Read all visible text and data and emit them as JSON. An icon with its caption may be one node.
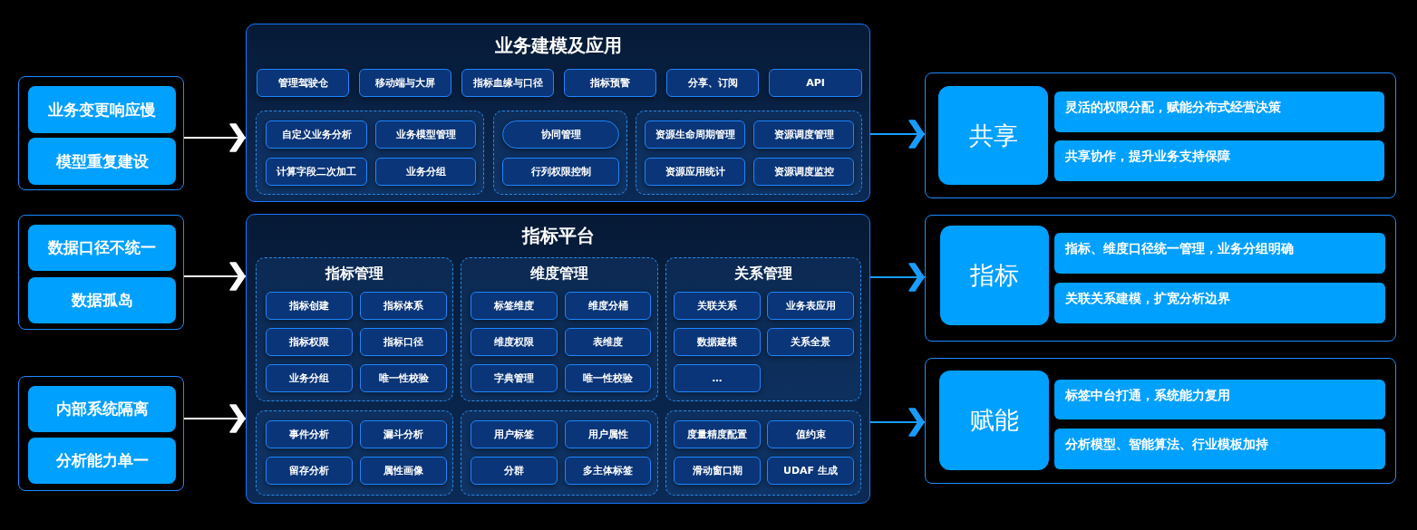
{
  "diagram": {
    "nodes": [
      {
        "text": [],
        "shape": "box"
      },
      {
        "text": [
          "业务变更响应慢"
        ],
        "in": 0
      },
      {
        "text": [
          "模型重复建设"
        ],
        "in": 0
      },
      {
        "text": [],
        "shape": "box"
      },
      {
        "text": [
          "数据口径不统一"
        ],
        "in": 3
      },
      {
        "text": [
          "数据孤岛"
        ],
        "in": 3
      },
      {
        "text": [],
        "shape": "box"
      },
      {
        "text": [
          "内部系统隔离"
        ],
        "in": 6
      },
      {
        "text": [
          "分析能力单一"
        ],
        "in": 6
      },
      {
        "text": [
          "业务建模及应用"
        ]
      },
      {
        "text": [
          "管理驾驶仓"
        ],
        "in": 9
      },
      {
        "text": [
          "移动端与大屏"
        ],
        "in": 9
      },
      {
        "text": [
          "指标血缘与口径"
        ],
        "in": 9
      },
      {
        "text": [
          "指标预警"
        ],
        "in": 9
      },
      {
        "text": [
          "分享、订阅"
        ],
        "in": 9
      },
      {
        "text": [
          "API"
        ],
        "in": 9
      },
      {
        "text": [],
        "shape": "box",
        "in": 9
      },
      {
        "text": [
          "自定义业务分析"
        ],
        "in": 16
      },
      {
        "text": [
          "业务模型管理"
        ],
        "in": 16
      },
      {
        "text": [
          "计算字段二次加工"
        ],
        "in": 16
      },
      {
        "text": [
          "业务分组"
        ],
        "in": 16
      },
      {
        "text": [],
        "shape": "box",
        "in": 9
      },
      {
        "text": [
          "协同管理"
        ],
        "in": 21
      },
      {
        "text": [
          "行列权限控制"
        ],
        "in": 21
      },
      {
        "text": [],
        "shape": "box",
        "in": 9
      },
      {
        "text": [
          "资源生命周期管理"
        ],
        "in": 24
      },
      {
        "text": [
          "资源调度管理"
        ],
        "in": 24
      },
      {
        "text": [
          "资源应用统计"
        ],
        "in": 24
      },
      {
        "text": [
          "资源调度监控"
        ],
        "in": 24
      },
      {
        "text": [
          "指标平台"
        ]
      },
      {
        "text": [
          "指标管理"
        ],
        "in": 29
      },
      {
        "text": [
          "指标创建"
        ],
        "in": 30
      },
      {
        "text": [
          "指标体系"
        ],
        "in": 30
      },
      {
        "text": [
          "指标权限"
        ],
        "in": 30
      },
      {
        "text": [
          "指标口径"
        ],
        "in": 30
      },
      {
        "text": [
          "业务分组"
        ],
        "in": 30
      },
      {
        "text": [
          "唯一性校验"
        ],
        "in": 30
      },
      {
        "text": [
          "维度管理"
        ],
        "in": 29
      },
      {
        "text": [
          "标签维度"
        ],
        "in": 37
      },
      {
        "text": [
          "维度分桶"
        ],
        "in": 37
      },
      {
        "text": [
          "维度权限"
        ],
        "in": 37
      },
      {
        "text": [
          "表维度"
        ],
        "in": 37
      },
      {
        "text": [
          "字典管理"
        ],
        "in": 37
      },
      {
        "text": [
          "唯一性校验"
        ],
        "in": 37
      },
      {
        "text": [
          "关系管理"
        ],
        "in": 29
      },
      {
        "text": [
          "关联关系"
        ],
        "in": 44
      },
      {
        "text": [
          "业务表应用"
        ],
        "in": 44
      },
      {
        "text": [
          "数据建模"
        ],
        "in": 44
      },
      {
        "text": [
          "关系全景"
        ],
        "in": 44
      },
      {
        "text": [
          "…"
        ],
        "in": 44
      },
      {
        "text": [],
        "shape": "box",
        "in": 29
      },
      {
        "text": [
          "事件分析"
        ],
        "in": 50
      },
      {
        "text": [
          "漏斗分析"
        ],
        "in": 50
      },
      {
        "text": [
          "留存分析"
        ],
        "in": 50
      },
      {
        "text": [
          "属性画像"
        ],
        "in": 50
      },
      {
        "text": [],
        "shape": "box",
        "in": 29
      },
      {
        "text": [
          "用户标签"
        ],
        "in": 55
      },
      {
        "text": [
          "用户属性"
        ],
        "in": 55
      },
      {
        "text": [
          "分群"
        ],
        "in": 55
      },
      {
        "text": [
          "多主体标签"
        ],
        "in": 55
      },
      {
        "text": [],
        "shape": "box",
        "in": 29
      },
      {
        "text": [
          "度量精度配置"
        ],
        "in": 60
      },
      {
        "text": [
          "值约束"
        ],
        "in": 60
      },
      {
        "text": [
          "滑动窗口期"
        ],
        "in": 60
      },
      {
        "text": [
          "UDAF 生成"
        ],
        "in": 60
      },
      {
        "text": [],
        "shape": "box"
      },
      {
        "text": [
          "共享"
        ],
        "in": 65
      },
      {
        "text": [
          "灵活的权限分配，赋能分布式经营决策"
        ],
        "in": 65
      },
      {
        "text": [
          "共享协作，提升业务支持保障"
        ],
        "in": 65
      },
      {
        "text": [],
        "shape": "box"
      },
      {
        "text": [
          "指标"
        ],
        "in": 69
      },
      {
        "text": [
          "指标、维度口径统一管理，业务分组明确"
        ],
        "in": 69
      },
      {
        "text": [
          "关联关系建模，扩宽分析边界"
        ],
        "in": 69
      },
      {
        "text": [],
        "shape": "box"
      },
      {
        "text": [
          "赋能"
        ],
        "in": 73
      },
      {
        "text": [
          "标签中台打通，系统能力复用"
        ],
        "in": 73
      },
      {
        "text": [
          "分析模型、智能算法、行业模板加持"
        ],
        "in": 73
      }
    ],
    "edges": [
      {
        "from": 0,
        "to": 9,
        "arrow": "to"
      },
      {
        "from": 3,
        "to": 29,
        "arrow": "to"
      },
      {
        "from": 6,
        "to": 29,
        "arrow": "to"
      },
      {
        "from": 9,
        "to": 65,
        "arrow": "to",
        "color": "#1a9cff"
      },
      {
        "from": 29,
        "to": 69,
        "arrow": "to",
        "color": "#1a9cff"
      },
      {
        "from": 29,
        "to": 73,
        "arrow": "to",
        "color": "#1a9cff"
      }
    ]
  }
}
